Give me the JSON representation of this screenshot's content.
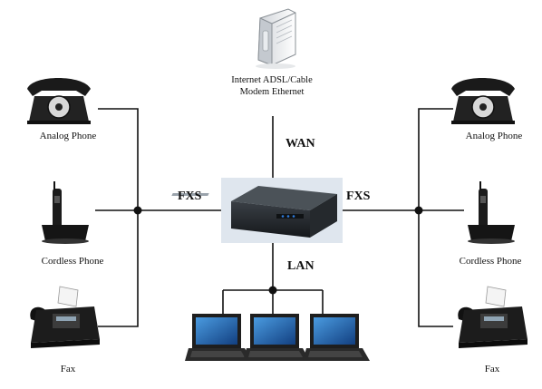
{
  "labels": {
    "modem_line1": "Internet ADSL/Cable",
    "modem_line2": "Modem Ethernet",
    "wan": "WAN",
    "lan": "LAN",
    "fxs_left": "FXS",
    "fxs_right": "FXS",
    "analog_left": "Analog Phone",
    "analog_right": "Analog Phone",
    "cordless_left": "Cordless Phone",
    "cordless_right": "Cordless Phone",
    "fax_left": "Fax",
    "fax_right": "Fax"
  },
  "colors": {
    "line": "#111111",
    "device_panel": "#dfe6ee",
    "gateway_body": "#1e2226",
    "laptop_screen": "#1a5fb0"
  },
  "icons": {
    "modem": "modem-icon",
    "gateway": "gateway-icon",
    "analog_phone": "rotary-phone-icon",
    "cordless_phone": "cordless-phone-icon",
    "fax": "fax-machine-icon",
    "laptop": "laptop-icon"
  }
}
